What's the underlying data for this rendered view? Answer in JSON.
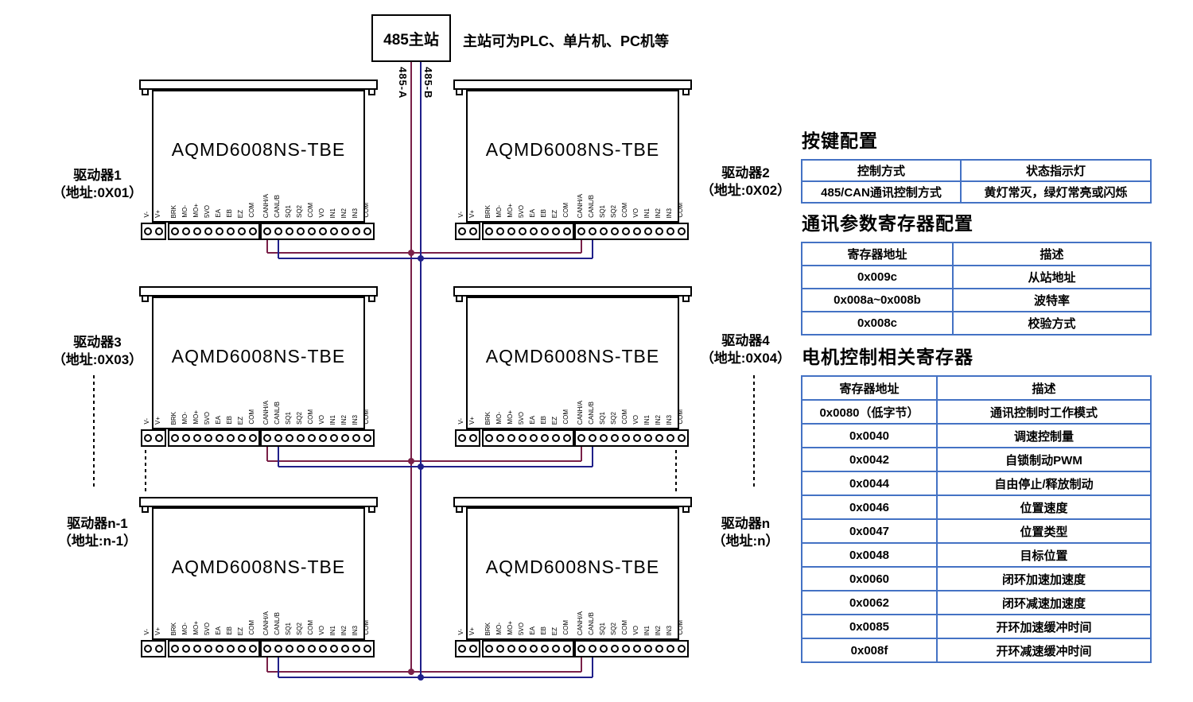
{
  "master": {
    "label": "485主站",
    "note": "主站可为PLC、单片机、PC机等",
    "bus_a_label": "485-A",
    "bus_b_label": "485-B"
  },
  "driver_model": "AQMD6008NS-TBE",
  "terminal_blocks": [
    [
      "V-",
      "V+"
    ],
    [
      "BRK",
      "MO-",
      "MO+",
      "5VO",
      "EA",
      "EB",
      "EZ",
      "COM"
    ],
    [
      "CANH/A",
      "CANL/B",
      "SQ1",
      "SQ2",
      "COM",
      "VO",
      "IN1",
      "IN2",
      "IN3",
      "COM"
    ]
  ],
  "drivers": [
    {
      "name": "驱动器1",
      "address": "（地址:0X01）"
    },
    {
      "name": "驱动器2",
      "address": "（地址:0X02）"
    },
    {
      "name": "驱动器3",
      "address": "（地址:0X03）"
    },
    {
      "name": "驱动器4",
      "address": "（地址:0X04）"
    },
    {
      "name": "驱动器n-1",
      "address": "（地址:n-1）"
    },
    {
      "name": "驱动器n",
      "address": "（地址:n）"
    }
  ],
  "colors": {
    "bus_a": "#7a2048",
    "bus_b": "#20208a",
    "table_border": "#4472c4"
  },
  "sections": [
    {
      "title": "按键配置",
      "rows": [
        [
          "控制方式",
          "状态指示灯"
        ],
        [
          "485/CAN通讯控制方式",
          "黄灯常灭，绿灯常亮或闪烁"
        ]
      ]
    },
    {
      "title": "通讯参数寄存器配置",
      "rows": [
        [
          "寄存器地址",
          "描述"
        ],
        [
          "0x009c",
          "从站地址"
        ],
        [
          "0x008a~0x008b",
          "波特率"
        ],
        [
          "0x008c",
          "校验方式"
        ]
      ]
    },
    {
      "title": "电机控制相关寄存器",
      "rows": [
        [
          "寄存器地址",
          "描述"
        ],
        [
          "0x0080（低字节）",
          "通讯控制时工作模式"
        ],
        [
          "0x0040",
          "调速控制量"
        ],
        [
          "0x0042",
          "自锁制动PWM"
        ],
        [
          "0x0044",
          "自由停止/释放制动"
        ],
        [
          "0x0046",
          "位置速度"
        ],
        [
          "0x0047",
          "位置类型"
        ],
        [
          "0x0048",
          "目标位置"
        ],
        [
          "0x0060",
          "闭环加速加速度"
        ],
        [
          "0x0062",
          "闭环减速加速度"
        ],
        [
          "0x0085",
          "开环加速缓冲时间"
        ],
        [
          "0x008f",
          "开环减速缓冲时间"
        ]
      ]
    }
  ]
}
